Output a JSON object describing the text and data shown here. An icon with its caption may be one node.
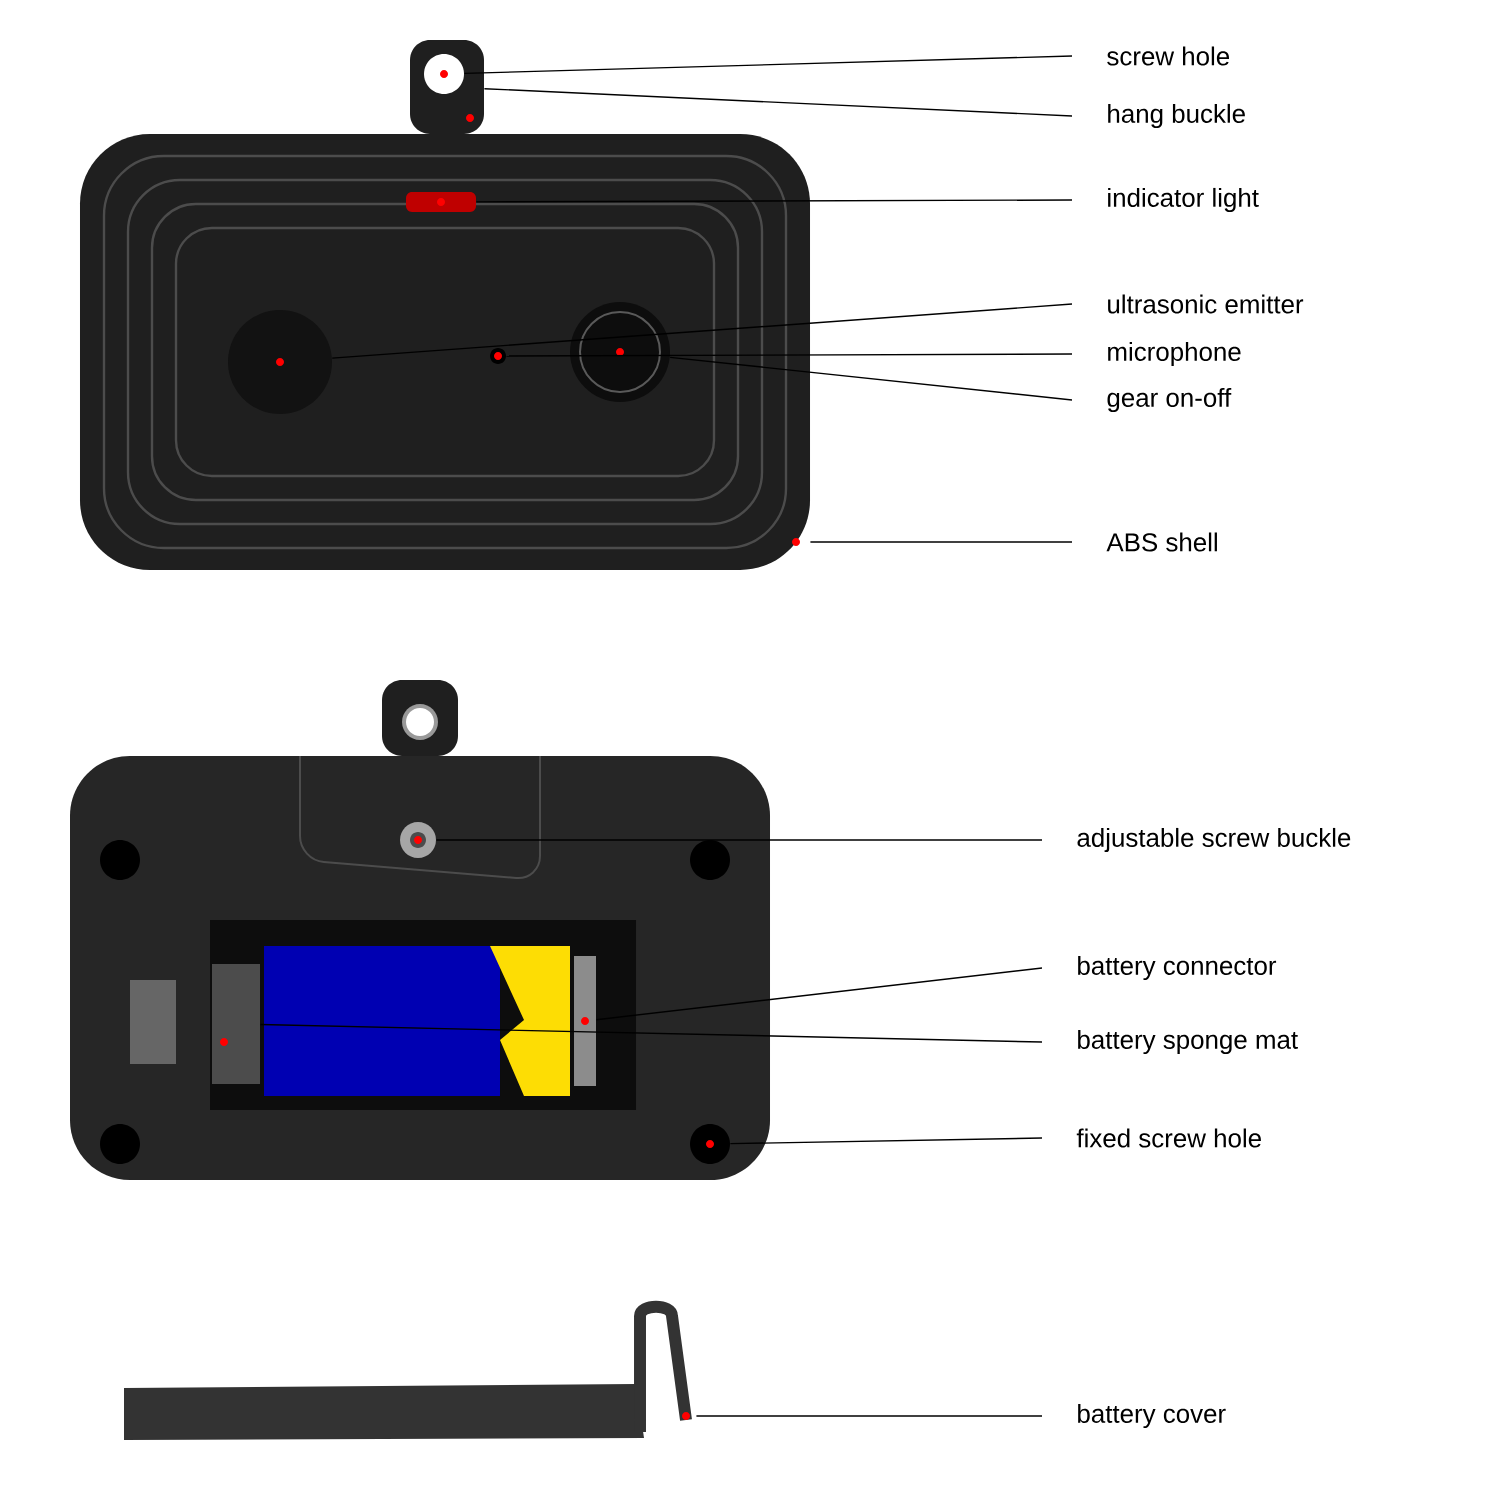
{
  "diagram": {
    "nodes": [
      {
        "text": [
          "screw hole"
        ]
      },
      {
        "text": [
          "hang buckle"
        ]
      },
      {
        "text": [
          "indicator light"
        ]
      },
      {
        "text": [
          "ultrasonic emitter"
        ]
      },
      {
        "text": [
          "microphone"
        ]
      },
      {
        "text": [
          "gear on-off"
        ]
      },
      {
        "text": [
          "ABS shell"
        ]
      },
      {
        "text": [
          "adjustable screw buckle"
        ]
      },
      {
        "text": [
          "battery connector"
        ]
      },
      {
        "text": [
          "battery sponge mat"
        ]
      },
      {
        "text": [
          "fixed screw hole"
        ]
      },
      {
        "text": [
          "battery cover"
        ]
      },
      {
        "text": [],
        "shape": "picture"
      },
      {
        "text": [],
        "shape": "box"
      },
      {
        "text": [],
        "shape": "box"
      },
      {
        "text": [],
        "shape": "circle",
        "in": 14
      },
      {
        "text": [],
        "shape": "bar",
        "in": 13
      },
      {
        "text": [],
        "shape": "circle",
        "in": 13
      },
      {
        "text": [],
        "shape": "circle",
        "in": 13
      },
      {
        "text": [],
        "shape": "circle",
        "in": 13
      },
      {
        "text": [],
        "shape": "circle"
      },
      {
        "text": [],
        "shape": "bar"
      },
      {
        "text": [],
        "shape": "box"
      },
      {
        "text": [],
        "shape": "circle"
      }
    ],
    "edges": [
      {
        "from": 0,
        "to": 15,
        "arrow": "none"
      },
      {
        "from": 1,
        "to": 14,
        "arrow": "none"
      },
      {
        "from": 2,
        "to": 16,
        "arrow": "none"
      },
      {
        "from": 3,
        "to": 17,
        "arrow": "none"
      },
      {
        "from": 4,
        "to": 18,
        "arrow": "none"
      },
      {
        "from": 5,
        "to": 19,
        "arrow": "none"
      },
      {
        "from": 6,
        "to": 13,
        "arrow": "none"
      },
      {
        "from": 7,
        "to": 20,
        "arrow": "none"
      },
      {
        "from": 8,
        "to": 21,
        "arrow": "none"
      },
      {
        "from": 9,
        "to": 22,
        "arrow": "none"
      },
      {
        "from": 10,
        "to": 23,
        "arrow": "none"
      },
      {
        "from": 11,
        "to": 12,
        "arrow": "none"
      }
    ]
  }
}
